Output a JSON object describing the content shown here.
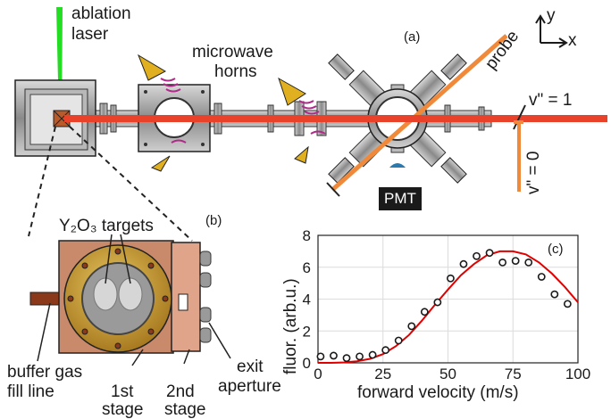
{
  "panel_labels": {
    "a": "(a)",
    "b": "(b)",
    "c": "(c)"
  },
  "axes_indicator": {
    "x": "x",
    "y": "y"
  },
  "labels": {
    "ablation_laser_line1": "ablation",
    "ablation_laser_line2": "laser",
    "microwave_horns_line1": "microwave",
    "microwave_horns_line2": "horns",
    "probe": "probe",
    "v1": "v\" = 1",
    "v0": "v\" = 0",
    "pmt": "PMT",
    "targets": "Y₂O₃ targets",
    "buffer_gas_line1": "buffer gas",
    "buffer_gas_line2": "fill line",
    "stage1_line1": "1st",
    "stage1_line2": "stage",
    "stage2_line1": "2nd",
    "stage2_line2": "stage",
    "exit_line1": "exit",
    "exit_line2": "aperture"
  },
  "colors": {
    "ablation_laser": "#22dd22",
    "probe_beam": "#f08a3a",
    "main_beam": "#e8432a",
    "fit_curve": "#e00000",
    "copper": "#c88a6a",
    "gold": "#c9a23a",
    "horn": "#e0b020",
    "microwave": "#b02a8a",
    "pmt_lens": "#2a7ab0"
  },
  "chart_data": {
    "type": "scatter",
    "xlabel": "forward velocity (m/s)",
    "ylabel": "fluor. (arb.u.)",
    "xlim": [
      0,
      100
    ],
    "ylim": [
      0,
      8
    ],
    "xticks": [
      "0",
      "25",
      "50",
      "75",
      "100"
    ],
    "yticks": [
      "0",
      "2",
      "4",
      "6",
      "8"
    ],
    "grid": true,
    "x": [
      1,
      6,
      11,
      16,
      21,
      26,
      31,
      36,
      41,
      46,
      51,
      56,
      61,
      66,
      71,
      76,
      81,
      86,
      91,
      96
    ],
    "y": [
      0.4,
      0.45,
      0.3,
      0.4,
      0.5,
      0.8,
      1.4,
      2.3,
      3.2,
      3.8,
      5.3,
      6.2,
      6.7,
      6.9,
      6.3,
      6.4,
      6.3,
      5.4,
      4.3,
      3.7
    ],
    "fit": {
      "x": [
        0,
        5,
        10,
        15,
        20,
        25,
        30,
        35,
        40,
        45,
        50,
        55,
        60,
        65,
        70,
        75,
        80,
        85,
        90,
        95,
        100
      ],
      "y": [
        0.0,
        0.0,
        0.03,
        0.1,
        0.25,
        0.55,
        1.05,
        1.75,
        2.65,
        3.65,
        4.6,
        5.5,
        6.2,
        6.75,
        7.0,
        7.0,
        6.8,
        6.3,
        5.6,
        4.75,
        3.8
      ]
    }
  }
}
